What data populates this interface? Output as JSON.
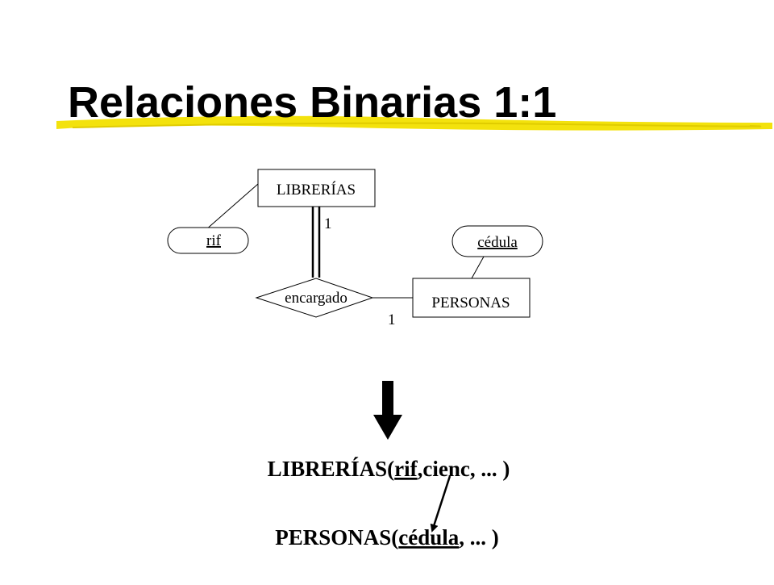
{
  "slide": {
    "title": "Relaciones Binarias 1:1",
    "accent_color": "#f2e000"
  },
  "diagram": {
    "entities": [
      {
        "name": "LIBRERÍAS"
      },
      {
        "name": "PERSONAS"
      }
    ],
    "relationship": {
      "name": "encargado"
    },
    "attributes": [
      {
        "name": "rif",
        "key": true,
        "owner": "LIBRERÍAS"
      },
      {
        "name": "cédula",
        "key": true,
        "owner": "PERSONAS"
      }
    ],
    "cardinalities": {
      "librerias_side": "1",
      "personas_side": "1"
    },
    "participation": {
      "librerias": "total",
      "personas": "partial"
    }
  },
  "schemas": {
    "librerias": {
      "prefix": "LIBRERÍAS(",
      "key": "rif",
      "rest": ",cienc, ... )"
    },
    "personas": {
      "prefix": "PERSONAS(",
      "key": "cédula",
      "rest": ", ... )"
    }
  }
}
